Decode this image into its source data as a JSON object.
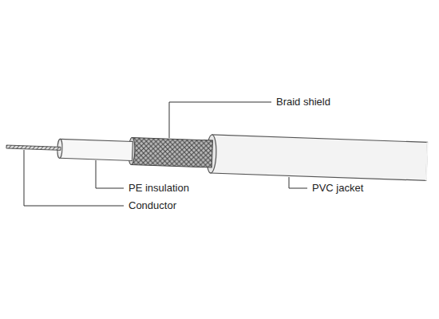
{
  "diagram": {
    "labels": [
      "Braid shield",
      "PE insulation",
      "PVC jacket",
      "Conductor"
    ]
  }
}
